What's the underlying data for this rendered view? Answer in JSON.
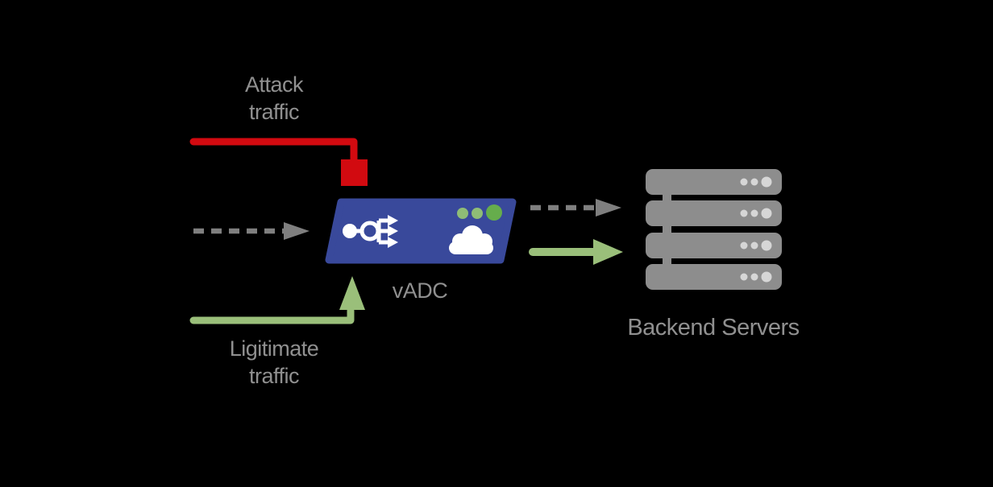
{
  "colors": {
    "background": "#000000",
    "red": "#d20a10",
    "blue": "#39499b",
    "green": "#9abf7a",
    "green_dot_small": "#8fbd76",
    "green_dot_large": "#66ad4c",
    "arrow_gray": "#7f7f7f",
    "text_gray": "#909090",
    "server_gray": "#8d8d8d",
    "server_dot": "#d6d6d6",
    "white": "#ffffff"
  },
  "labels": {
    "attack_traffic": {
      "line1": "Attack",
      "line2": "traffic"
    },
    "legitimate_traffic": {
      "line1": "Ligitimate",
      "line2": "traffic"
    },
    "vadc": "vADC",
    "backend_servers": "Backend Servers"
  },
  "icons": {
    "load_balancer": "load-balancer-icon",
    "status_dots": "status-dots-icon",
    "cloud": "cloud-icon",
    "blocked_square": "blocked-square-icon",
    "server_stack": "server-stack-icon"
  },
  "structure": {
    "status_dot_count": 3,
    "server_count": 4,
    "dots_per_server": 3
  }
}
